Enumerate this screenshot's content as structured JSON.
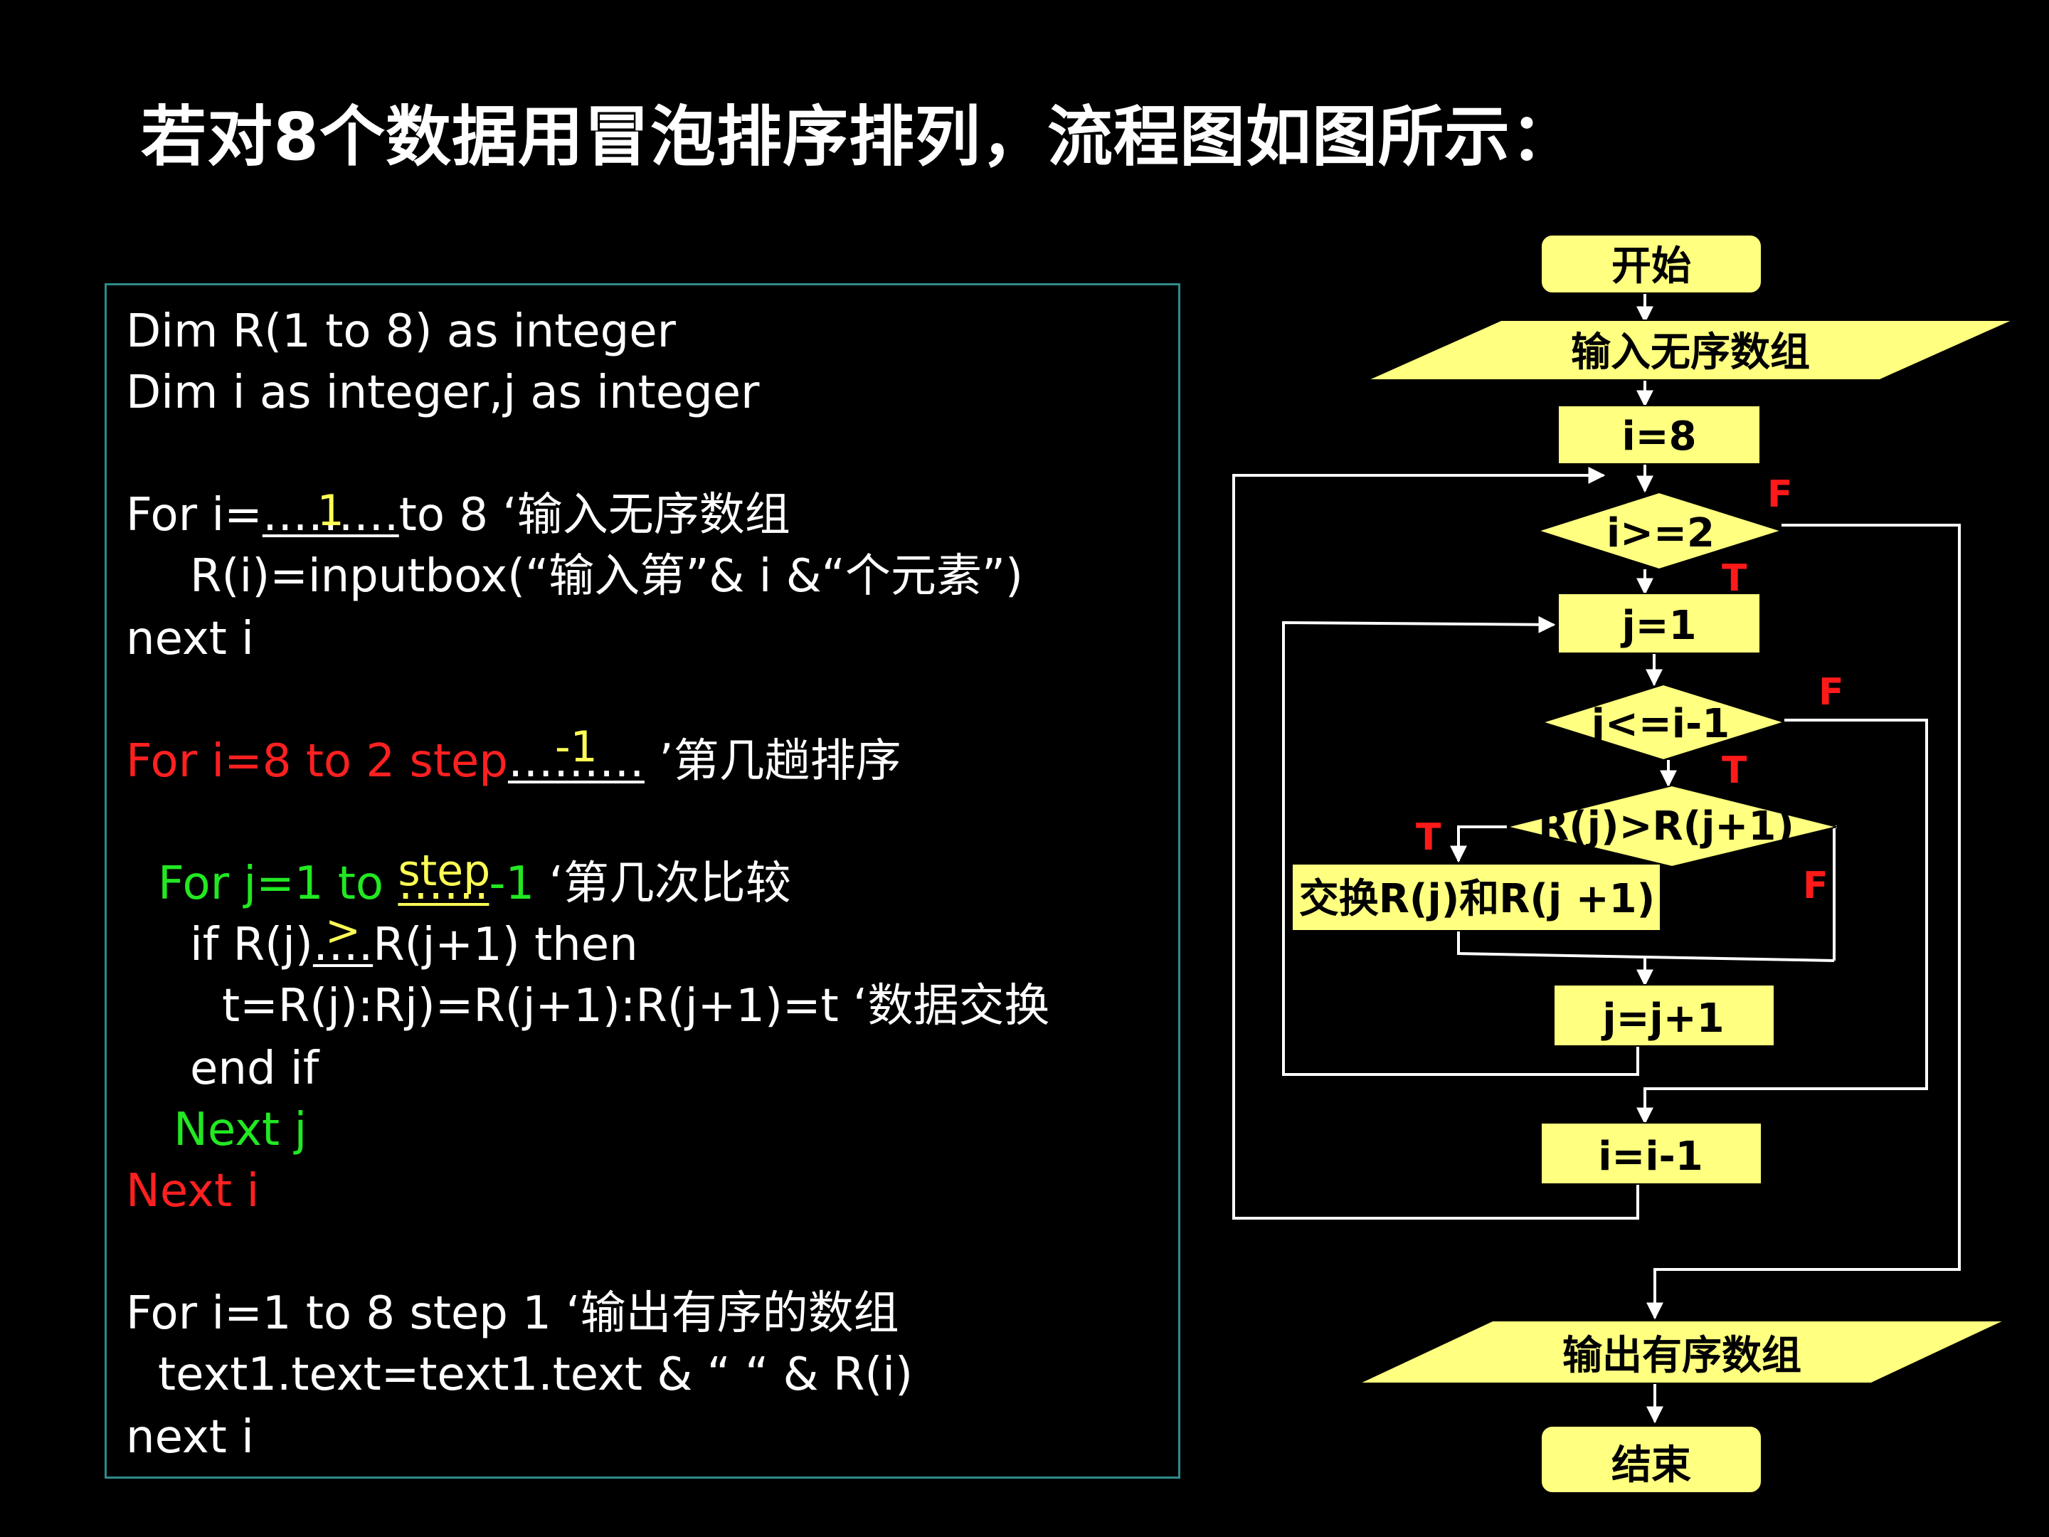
{
  "title": "若对8个数据用冒泡排序排列，流程图如图所示：",
  "code": {
    "line1": "Dim R(1 to 8) as integer",
    "line2": "Dim i as integer,j as integer",
    "line3_pre": "For i=",
    "line3_blank_dots": "………",
    "line3_blank_fill": "1",
    "line3_post": "to 8   ‘输入无序数组",
    "line4": "R(i)=inputbox(“输入第”& i &“个元素”)",
    "line5": "next i",
    "line6_pre": "For i=8 to 2  step",
    "line6_blank_dots": "………",
    "line6_blank_fill": "-1",
    "line6_post": "  ’第几趟排序",
    "line7_pre": "For j=1 to ",
    "line7_blank_dots": "……",
    "line7_blank_fill": "step",
    "line7_mid": "-1",
    "line7_post": "  ‘第几次比较",
    "line8_pre": "if R(j)",
    "line8_blank_dots": "….",
    "line8_blank_fill": ">",
    "line8_post": "R(j+1)  then",
    "line9": "t=R(j):Rj)=R(j+1):R(j+1)=t   ‘数据交换",
    "line10": "end if",
    "line11": "Next j",
    "line12": "Next i",
    "line13": "For i=1 to 8  step 1      ‘输出有序的数组",
    "line14": "text1.text=text1.text &  “    “ & R(i)",
    "line15": "next i"
  },
  "flowchart": {
    "start": "开始",
    "input": "输入无序数组",
    "init_i": "i=8",
    "cond_i": "i>=2",
    "init_j": "j=1",
    "cond_j": "j<=i-1",
    "cond_cmp": "R(j)>R(j+1)",
    "swap": "交换R(j)和R(j +1)",
    "inc_j": "j=j+1",
    "dec_i": "i=i-1",
    "output": "输出有序数组",
    "end": "结束",
    "f1": "F",
    "t1": "T",
    "f2": "F",
    "t2": "T",
    "t3": "T",
    "f3": "F"
  },
  "colors": {
    "box_fill": "#ffff80",
    "line": "#ffffff",
    "panel_border": "#2e8b8b",
    "code_red": "#ff2020",
    "code_green": "#22e822",
    "fill_yellow": "#ffff55"
  }
}
